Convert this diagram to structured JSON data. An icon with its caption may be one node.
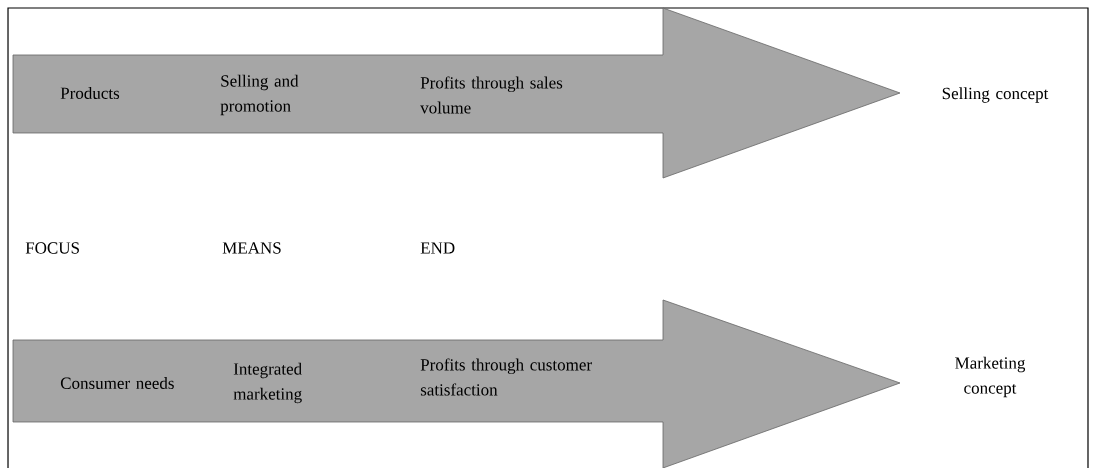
{
  "diagram": {
    "nodes": [
      {
        "text": [
          "Products",
          "Selling and promotion",
          "Profits through sales volume"
        ],
        "beside": [
          "Selling concept"
        ]
      },
      {
        "text": [
          "Consumer needs",
          "Integrated marketing",
          "Profits through customer satisfaction"
        ],
        "beside": [
          "Marketing concept"
        ]
      }
    ],
    "labels": [
      "FOCUS",
      "MEANS",
      "END"
    ]
  }
}
